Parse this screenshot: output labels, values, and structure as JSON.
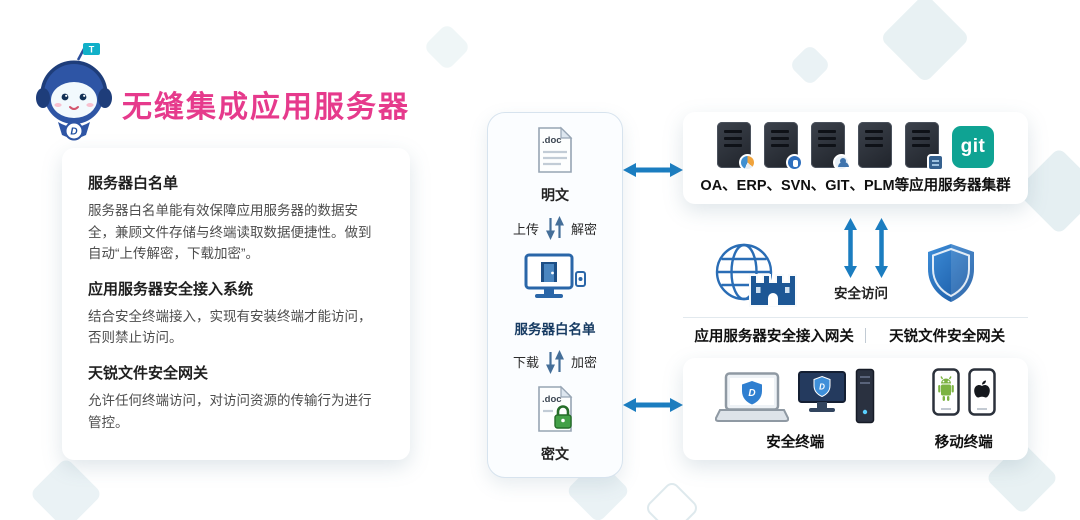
{
  "title": "无缝集成应用服务器",
  "mascot": {
    "flag_letter": "T",
    "badge_letter": "D"
  },
  "left_panel": {
    "sections": [
      {
        "heading": "服务器白名单",
        "body": "服务器白名单能有效保障应用服务器的数据安全，兼顾文件存储与终端读取数据便捷性。做到自动“上传解密，下载加密”。"
      },
      {
        "heading": "应用服务器安全接入系统",
        "body": "结合安全终端接入，实现有安装终端才能访问，否则禁止访问。"
      },
      {
        "heading": "天锐文件安全网关",
        "body": "允许任何终端访问，对访问资源的传输行为进行管控。"
      }
    ]
  },
  "flow": {
    "plain_doc_ext": ".doc",
    "plain_label": "明文",
    "upload_label": "上传",
    "decrypt_label": "解密",
    "server_label": "服务器白名单",
    "download_label": "下载",
    "encrypt_label": "加密",
    "cipher_doc_ext": ".doc",
    "cipher_label": "密文"
  },
  "cluster": {
    "git_text": "git",
    "caption": "OA、ERP、SVN、GIT、PLM等应用服务器集群"
  },
  "gateway": {
    "access_label": "安全访问",
    "left_caption": "应用服务器安全接入网关",
    "right_caption": "天锐文件安全网关"
  },
  "terminals": {
    "shield_letter": "D",
    "secure_caption": "安全终端",
    "mobile_caption": "移动终端"
  },
  "colors": {
    "accent_pink": "#e63a8c",
    "arrow_blue": "#1b7dc0",
    "shield_blue": "#2f7fd0",
    "git_teal": "#0fa393",
    "android_green": "#7cb342",
    "lock_green": "#43a047"
  }
}
